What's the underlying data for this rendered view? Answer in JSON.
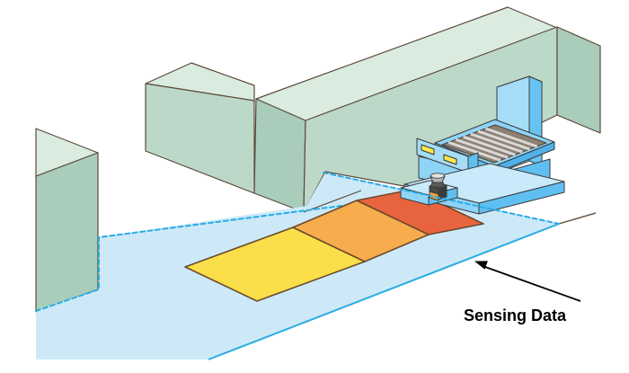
{
  "label": {
    "sensing_data": "Sensing Data"
  },
  "palette": {
    "background": "#FFFFFF",
    "sensing_area_fill": "#CDE9F8",
    "sensing_area_border": "#2AACE3",
    "zone_outline": "#6B4A2B",
    "obstacle_top": "#D9ECDF",
    "obstacle_front": "#BCD8C8",
    "obstacle_side": "#A9CDBA",
    "obstacle_outline": "#5D4A3C",
    "agv_light": "#C9EAFB",
    "agv_mid": "#8ED4F7",
    "agv_dark": "#5FBFF0",
    "agv_deck_recess": "#8D8073",
    "roller_stripe": "#D8D8D8",
    "sensor_body": "#4A4A4A",
    "sensor_band": "#F0A335",
    "sensor_cap": "#B5B5B5",
    "indicator_light": "#FFE94A",
    "floor_line": "#6B5A49",
    "annotation": "#000000"
  },
  "zones": [
    {
      "name": "far-detection-zone",
      "color": "#FADF4B"
    },
    {
      "name": "mid-detection-zone",
      "color": "#F7AC4D"
    },
    {
      "name": "near-detection-zone",
      "color": "#E8643F"
    }
  ]
}
